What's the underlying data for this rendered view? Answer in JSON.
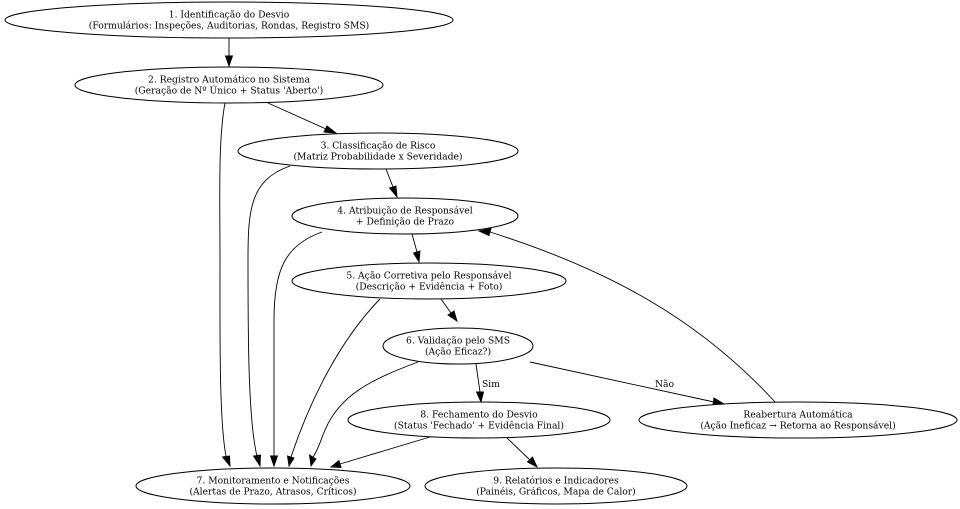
{
  "diagram": {
    "type": "flowchart",
    "nodes": [
      {
        "id": "n1",
        "lines": [
          "1. Identificação do Desvio",
          "(Formulários: Inspeções, Auditorias, Rondas, Registro SMS)"
        ]
      },
      {
        "id": "n2",
        "lines": [
          "2. Registro Automático no Sistema",
          "(Geração de Nº Único + Status 'Aberto')"
        ]
      },
      {
        "id": "n3",
        "lines": [
          "3. Classificação de Risco",
          "(Matriz Probabilidade x Severidade)"
        ]
      },
      {
        "id": "n4",
        "lines": [
          "4. Atribuição de Responsável",
          "+ Definição de Prazo"
        ]
      },
      {
        "id": "n5",
        "lines": [
          "5. Ação Corretiva pelo Responsável",
          "(Descrição + Evidência + Foto)"
        ]
      },
      {
        "id": "n6",
        "lines": [
          "6. Validação pelo SMS",
          "(Ação Eficaz?)"
        ]
      },
      {
        "id": "n8",
        "lines": [
          "8. Fechamento do Desvio",
          "(Status 'Fechado' + Evidência Final)"
        ]
      },
      {
        "id": "nR",
        "lines": [
          "Reabertura Automática",
          "(Ação Ineficaz → Retorna ao Responsável)"
        ]
      },
      {
        "id": "n7",
        "lines": [
          "7. Monitoramento e Notificações",
          "(Alertas de Prazo, Atrasos, Críticos)"
        ]
      },
      {
        "id": "n9",
        "lines": [
          "9. Relatórios e Indicadores",
          "(Painéis, Gráficos, Mapa de Calor)"
        ]
      }
    ],
    "edges": [
      {
        "from": "n1",
        "to": "n2",
        "label": ""
      },
      {
        "from": "n2",
        "to": "n3",
        "label": ""
      },
      {
        "from": "n2",
        "to": "n7",
        "label": ""
      },
      {
        "from": "n3",
        "to": "n4",
        "label": ""
      },
      {
        "from": "n3",
        "to": "n7",
        "label": ""
      },
      {
        "from": "n4",
        "to": "n5",
        "label": ""
      },
      {
        "from": "n4",
        "to": "n7",
        "label": ""
      },
      {
        "from": "n5",
        "to": "n6",
        "label": ""
      },
      {
        "from": "n5",
        "to": "n7",
        "label": ""
      },
      {
        "from": "n6",
        "to": "n8",
        "label": "Sim"
      },
      {
        "from": "n6",
        "to": "nR",
        "label": "Não"
      },
      {
        "from": "n6",
        "to": "n7",
        "label": ""
      },
      {
        "from": "nR",
        "to": "n4",
        "label": ""
      },
      {
        "from": "n8",
        "to": "n7",
        "label": ""
      },
      {
        "from": "n8",
        "to": "n9",
        "label": ""
      }
    ]
  }
}
